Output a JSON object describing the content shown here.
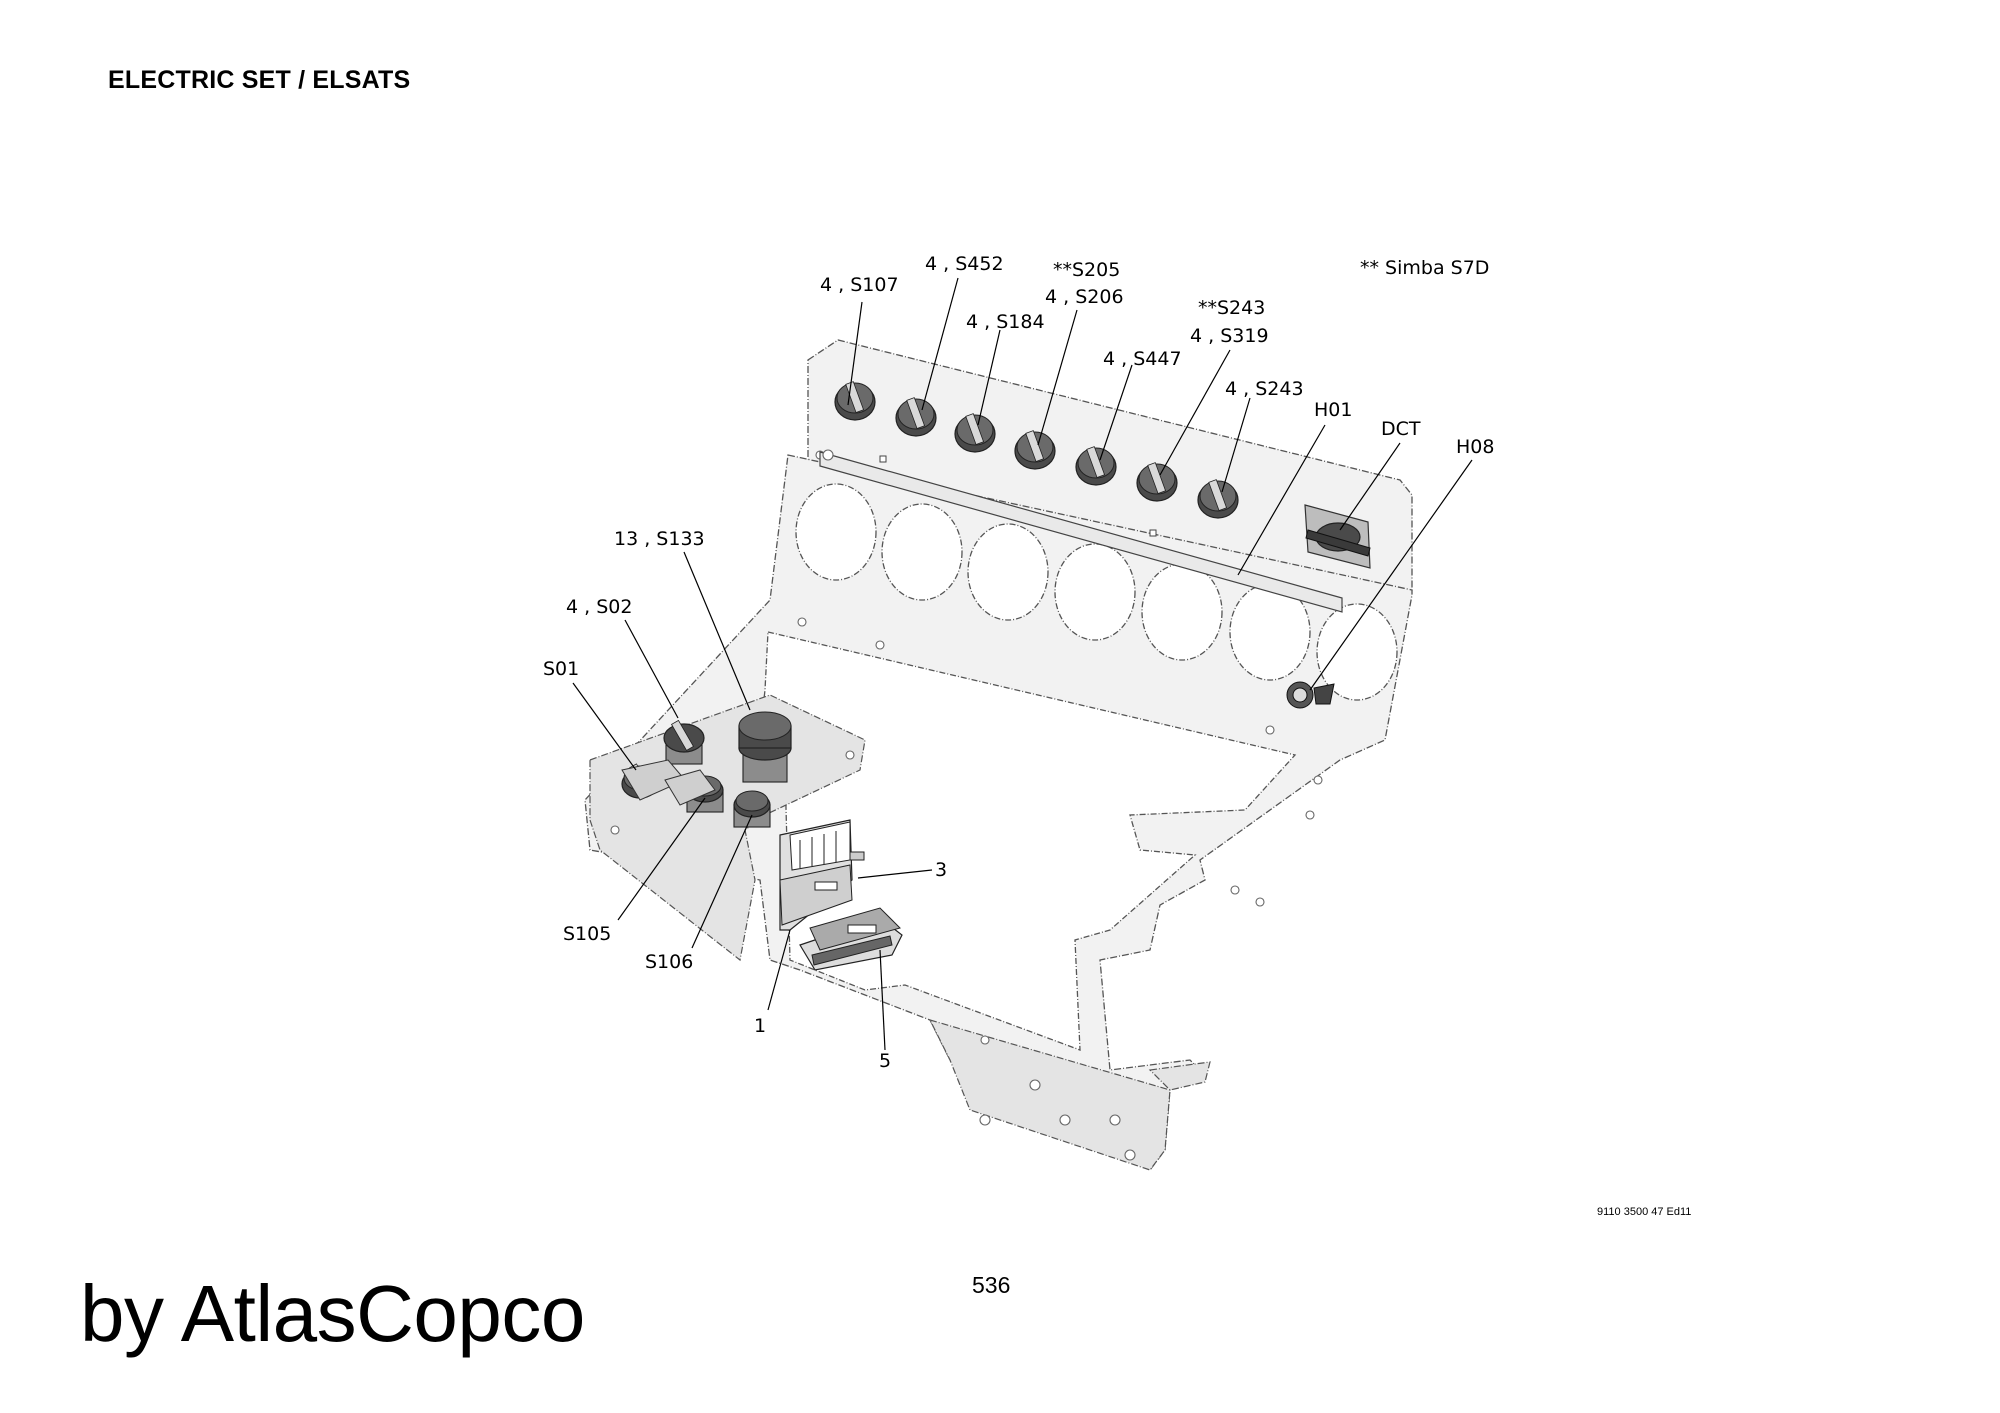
{
  "header": {
    "title": "ELECTRIC SET / ELSATS"
  },
  "footer": {
    "page_number": "536",
    "doc_ref": "9110 3500 47 Ed11",
    "brand": "by AtlasCopco"
  },
  "callouts": {
    "s107": "4 , S107",
    "s452": "4 , S452",
    "s205": "**S205",
    "s206": "4 , S206",
    "s184": "4 , S184",
    "s243a": "**S243",
    "s319": "4 , S319",
    "s447": "4 , S447",
    "s243b": "4 , S243",
    "simba": "** Simba S7D",
    "h01": "H01",
    "dct": "DCT",
    "h08": "H08",
    "s133": "13 , S133",
    "s02": "4 , S02",
    "s01": "S01",
    "n3": "3",
    "s105": "S105",
    "s106": "S106",
    "n1": "1",
    "n5": "5"
  }
}
